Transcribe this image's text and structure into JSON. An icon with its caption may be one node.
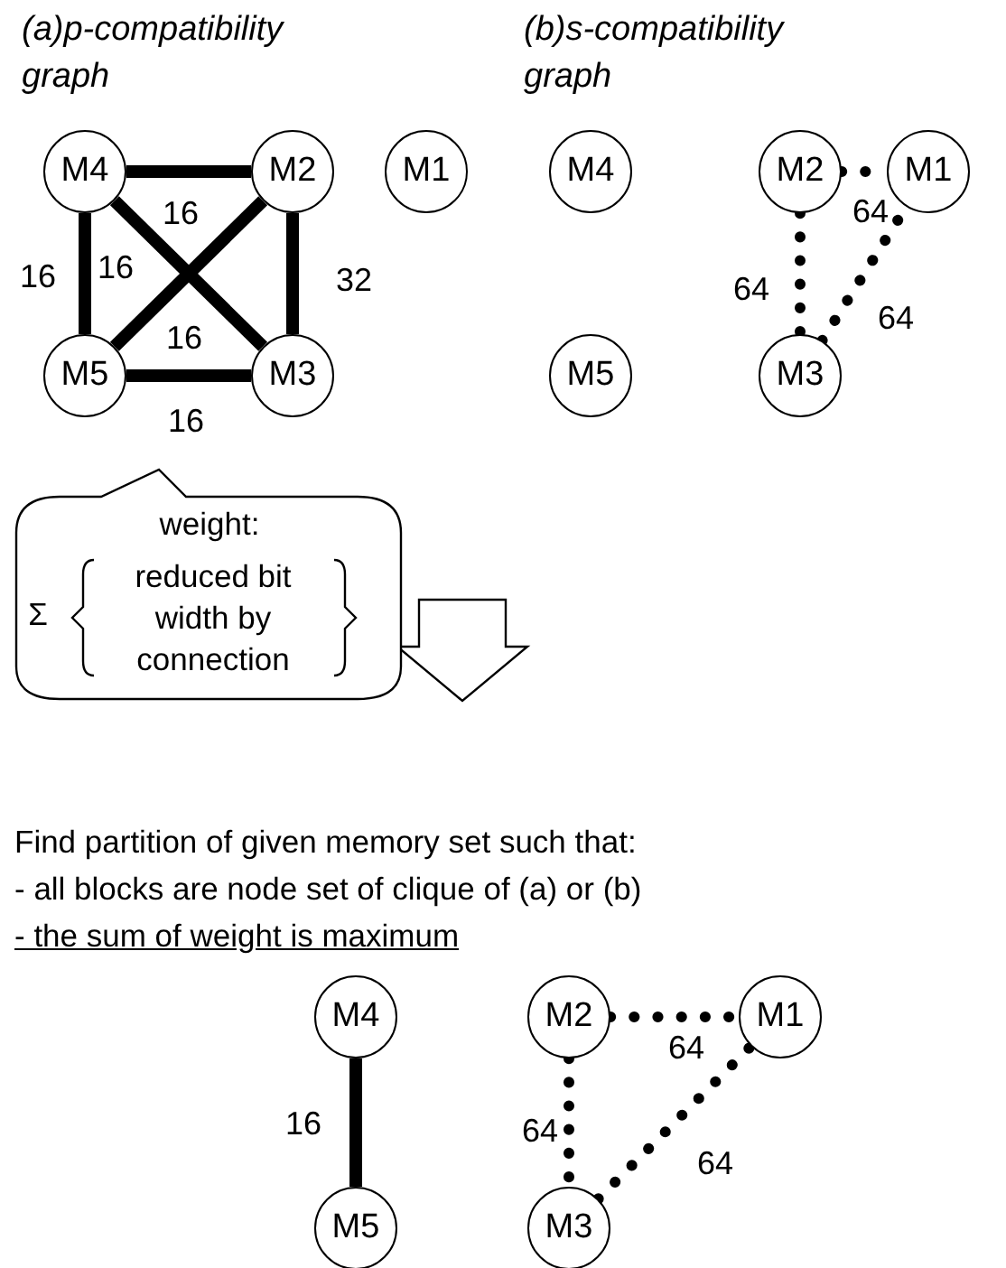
{
  "diagram": {
    "nodes": [
      {
        "text": [
          "M4"
        ]
      },
      {
        "text": [
          "M2"
        ]
      },
      {
        "text": [
          "M1"
        ]
      },
      {
        "text": [
          "M5"
        ]
      },
      {
        "text": [
          "M3"
        ]
      },
      {
        "text": [
          "M4"
        ]
      },
      {
        "text": [
          "M2"
        ]
      },
      {
        "text": [
          "M1"
        ]
      },
      {
        "text": [
          "M5"
        ]
      },
      {
        "text": [
          "M3"
        ]
      },
      {
        "text": [
          "weight:",
          "Σ",
          "reduced bit width by connection"
        ]
      },
      {
        "text": [
          "M4"
        ]
      },
      {
        "text": [
          "M2"
        ]
      },
      {
        "text": [
          "M1"
        ]
      },
      {
        "text": [
          "M5"
        ]
      },
      {
        "text": [
          "M3"
        ]
      }
    ],
    "edges": [
      {
        "from": 0,
        "to": 1,
        "arrow": "none",
        "label": "16"
      },
      {
        "from": 0,
        "to": 3,
        "arrow": "none",
        "label": "16"
      },
      {
        "from": 0,
        "to": 4,
        "arrow": "none",
        "label": "16"
      },
      {
        "from": 3,
        "to": 1,
        "arrow": "none",
        "label": "16"
      },
      {
        "from": 1,
        "to": 4,
        "arrow": "none",
        "label": "32"
      },
      {
        "from": 3,
        "to": 4,
        "arrow": "none",
        "label": "16"
      },
      {
        "from": 6,
        "to": 7,
        "arrow": "none",
        "label": "64",
        "style": "dashed"
      },
      {
        "from": 6,
        "to": 9,
        "arrow": "none",
        "label": "64",
        "style": "dashed"
      },
      {
        "from": 9,
        "to": 7,
        "arrow": "none",
        "label": "64",
        "style": "dashed"
      },
      {
        "from": 11,
        "to": 14,
        "arrow": "none",
        "label": "16"
      },
      {
        "from": 12,
        "to": 13,
        "arrow": "none",
        "label": "64",
        "style": "dashed"
      },
      {
        "from": 12,
        "to": 15,
        "arrow": "none",
        "label": "64",
        "style": "dashed"
      },
      {
        "from": 15,
        "to": 13,
        "arrow": "none",
        "label": "64",
        "style": "dashed"
      }
    ],
    "labels": [
      "(a)p-compatibility graph",
      "(b)s-compatibility graph",
      "Find partition of given memory set such that:",
      "- all blocks are node set of clique of (a) or (b)",
      "- the sum of weight is maximum"
    ]
  }
}
